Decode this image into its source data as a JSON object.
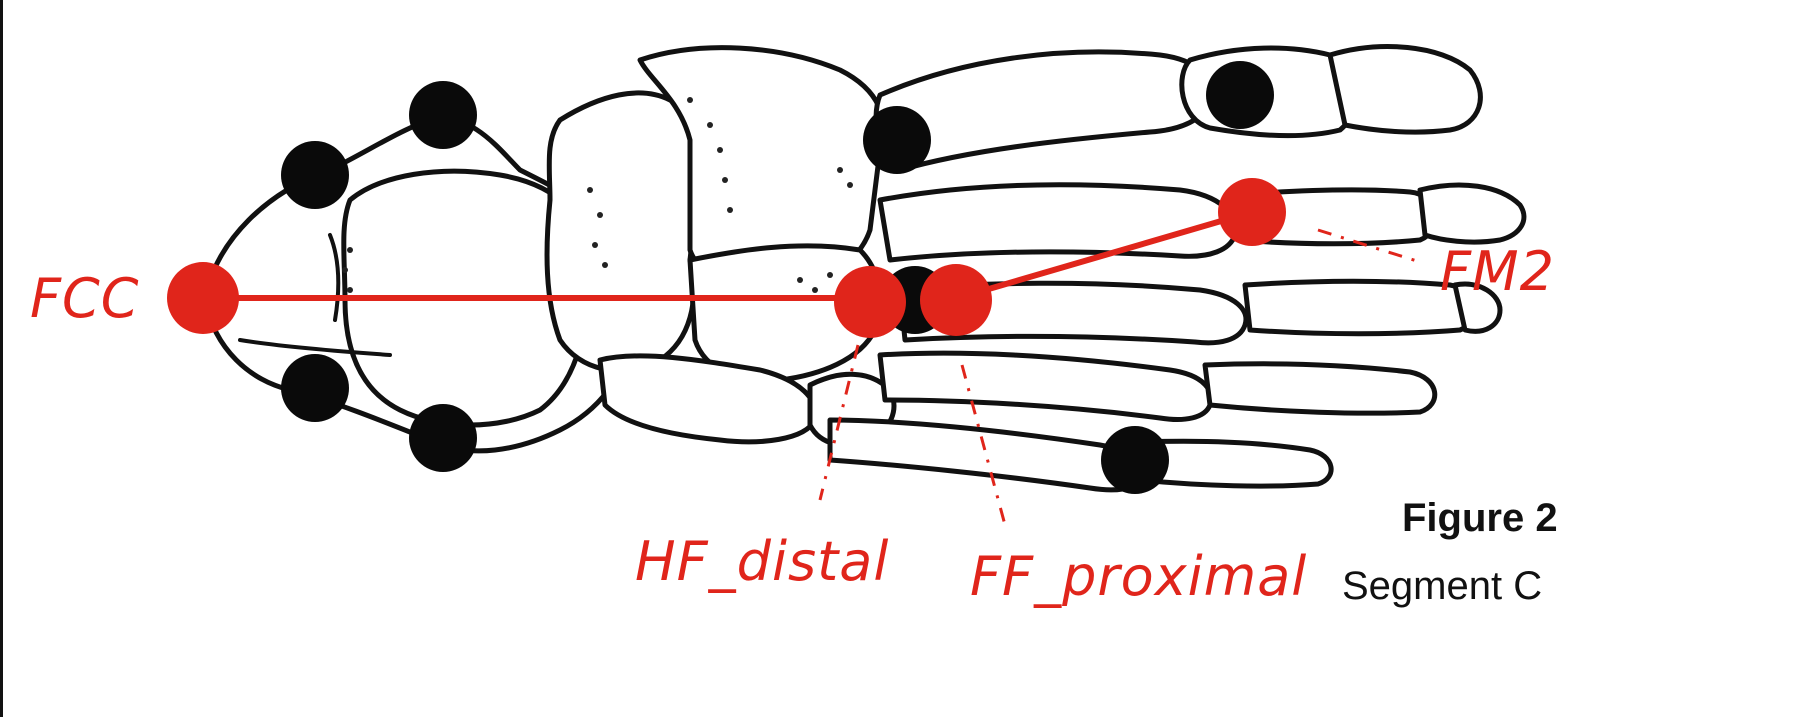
{
  "diagram": {
    "labels": {
      "fcc": "FCC",
      "fm2": "FM2",
      "hf_distal": "HF_distal",
      "ff_proximal": "FF_proximal"
    },
    "colors": {
      "segment": "#e0251b",
      "marker_black": "#0a0a0a",
      "outline": "#111111"
    }
  },
  "caption": {
    "title": "Figure 2",
    "subtitle": "Segment C"
  }
}
